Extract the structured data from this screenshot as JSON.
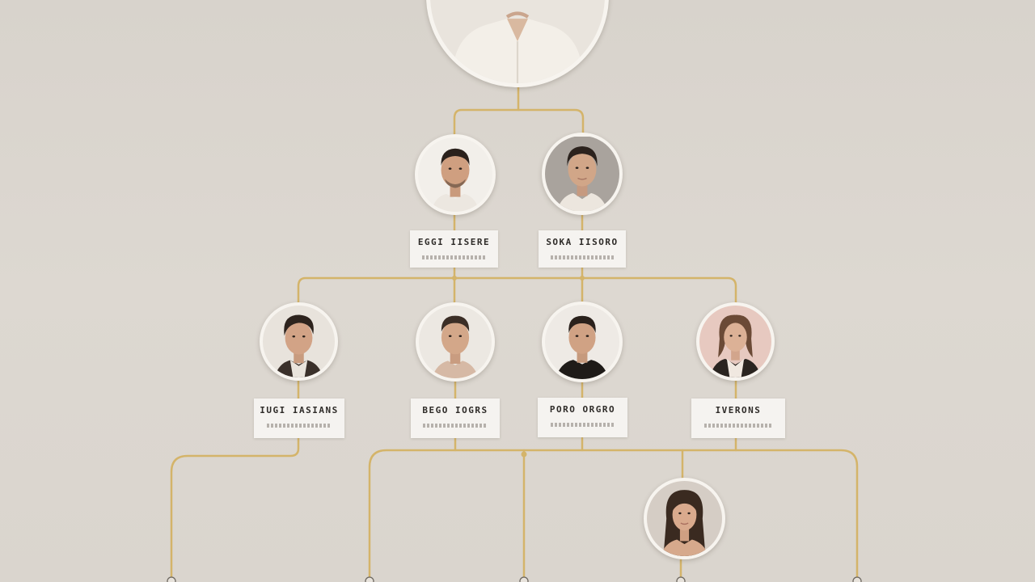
{
  "colors": {
    "background": "#dcd7d0",
    "connector": "#d4b46a",
    "card": "#f5f3f0",
    "avatar_ring": "#f7f4ef"
  },
  "levels": {
    "gen2": [
      {
        "name": "EGGI IISERE"
      },
      {
        "name": "SOKA IISORO"
      }
    ],
    "gen3": [
      {
        "name": "IUGI IASIANS"
      },
      {
        "name": "BEGO IOGRS"
      },
      {
        "name": "PORO ORGRO"
      },
      {
        "name": "IVERONS"
      }
    ]
  }
}
